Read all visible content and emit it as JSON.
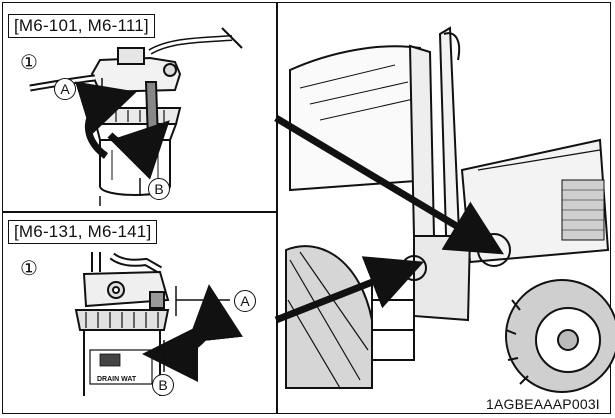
{
  "top_panel": {
    "model_label": "[M6-101, M6-111]",
    "item_number": "①",
    "callout_a": "A",
    "callout_b": "B"
  },
  "bottom_panel": {
    "model_label": "[M6-131, M6-141]",
    "item_number": "①",
    "callout_a": "A",
    "callout_b": "B",
    "filter_text": "DRAIN WAT"
  },
  "figure_code": "1AGBEAAAP003I"
}
